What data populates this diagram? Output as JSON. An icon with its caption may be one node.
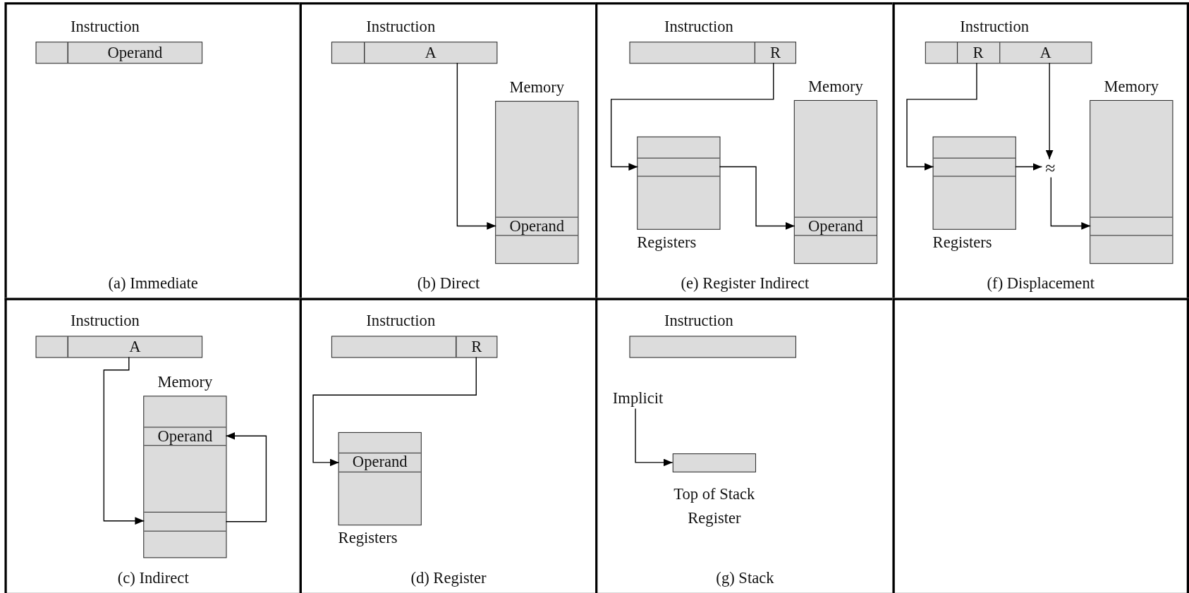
{
  "diagram": {
    "nodes": [
      {
        "text": [
          "(a) Immediate"
        ]
      },
      {
        "text": [
          "Instruction"
        ],
        "in": 0
      },
      {
        "text": [
          "Operand"
        ],
        "in": 1
      },
      {
        "text": [
          "(b) Direct"
        ]
      },
      {
        "text": [
          "Instruction"
        ],
        "in": 3
      },
      {
        "text": [
          "A"
        ],
        "in": 4
      },
      {
        "text": [
          "Memory"
        ],
        "in": 3
      },
      {
        "text": [
          "Operand"
        ],
        "in": 6
      },
      {
        "text": [
          "(c) Indirect"
        ]
      },
      {
        "text": [
          "Instruction"
        ],
        "in": 8
      },
      {
        "text": [
          "A"
        ],
        "in": 9
      },
      {
        "text": [
          "Memory"
        ],
        "in": 8
      },
      {
        "text": [
          "Operand"
        ],
        "in": 11
      },
      {
        "text": [],
        "shape": "box",
        "in": 11
      },
      {
        "text": [
          "(d) Register"
        ]
      },
      {
        "text": [
          "Instruction"
        ],
        "in": 14
      },
      {
        "text": [
          "R"
        ],
        "in": 15
      },
      {
        "text": [
          "Registers"
        ],
        "in": 14
      },
      {
        "text": [
          "Operand"
        ],
        "in": 17
      },
      {
        "text": [
          "(e) Register Indirect"
        ]
      },
      {
        "text": [
          "Instruction"
        ],
        "in": 19
      },
      {
        "text": [
          "R"
        ],
        "in": 20
      },
      {
        "text": [
          "Registers"
        ],
        "in": 19
      },
      {
        "text": [],
        "shape": "box",
        "in": 22
      },
      {
        "text": [
          "Memory"
        ],
        "in": 19
      },
      {
        "text": [
          "Operand"
        ],
        "in": 24
      },
      {
        "text": [
          "(f) Displacement"
        ]
      },
      {
        "text": [
          "Instruction"
        ],
        "in": 26
      },
      {
        "text": [
          "R"
        ],
        "in": 27
      },
      {
        "text": [
          "A"
        ],
        "in": 27
      },
      {
        "text": [
          "Registers"
        ],
        "in": 26
      },
      {
        "text": [],
        "shape": "box",
        "in": 30
      },
      {
        "text": [
          "≈"
        ],
        "in": 26
      },
      {
        "text": [
          "Memory"
        ],
        "in": 26
      },
      {
        "text": [],
        "shape": "box",
        "in": 33
      },
      {
        "text": [
          "(g) Stack"
        ]
      },
      {
        "text": [
          "Instruction"
        ],
        "in": 35
      },
      {
        "text": [
          "Implicit"
        ],
        "in": 35
      },
      {
        "text": [
          "Top of Stack Register"
        ],
        "in": 35
      }
    ],
    "edges": [
      {
        "from": 5,
        "to": 7,
        "arrow": "to"
      },
      {
        "from": 10,
        "to": 13,
        "arrow": "to"
      },
      {
        "from": 13,
        "to": 12,
        "arrow": "to"
      },
      {
        "from": 16,
        "to": 18,
        "arrow": "to"
      },
      {
        "from": 21,
        "to": 23,
        "arrow": "to"
      },
      {
        "from": 23,
        "to": 25,
        "arrow": "to"
      },
      {
        "from": 28,
        "to": 31,
        "arrow": "to"
      },
      {
        "from": 31,
        "to": 32,
        "arrow": "to"
      },
      {
        "from": 29,
        "to": 32,
        "arrow": "to"
      },
      {
        "from": 32,
        "to": 34,
        "arrow": "to"
      },
      {
        "from": 37,
        "to": 38,
        "arrow": "to"
      }
    ]
  }
}
